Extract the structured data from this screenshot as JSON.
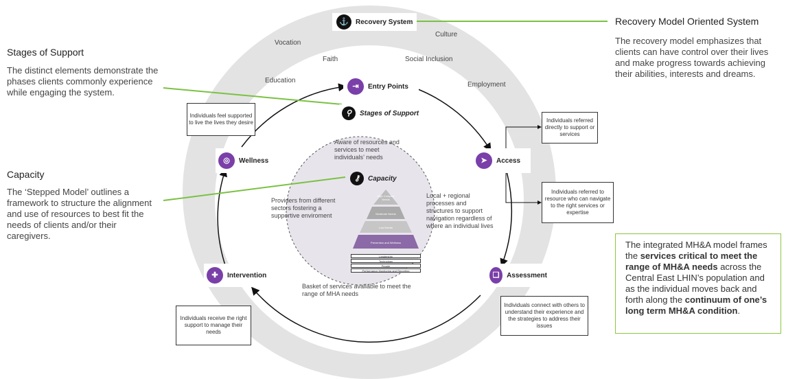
{
  "top_node": {
    "label": "Recovery System"
  },
  "recovery_model": {
    "title": "Recovery Model Oriented System",
    "text": "The recovery model emphasizes that clients can have control over their lives and make progress towards achieving their abilities, interests and dreams."
  },
  "stages_support": {
    "title": "Stages of Support",
    "text": "The distinct elements demonstrate the phases clients commonly experience while engaging the system."
  },
  "capacity_panel": {
    "title": "Capacity",
    "text": "The ‘Stepped Model’ outlines a framework to structure the alignment and use of resources to best fit the needs of clients and/or their caregivers."
  },
  "outer_words": {
    "vocation": "Vocation",
    "culture": "Culture",
    "faith": "Faith",
    "social_inclusion": "Social Inclusion",
    "education": "Education",
    "employment": "Employment"
  },
  "nodes": {
    "entry_points": "Entry Points",
    "stages": "Stages of Support",
    "access": "Access",
    "wellness": "Wellness",
    "assessment": "Assessment",
    "intervention": "Intervention",
    "capacity": "Capacity"
  },
  "boxes": {
    "wellness_note": "Individuals feel supported to live the lives they desire",
    "access_direct": "Individuals referred directly to support or services",
    "access_resource": "Individuals referred to resource who can navigate to the right services or expertise",
    "assessment_note": "Individuals connect with others to understand their experience and the strategies to address their issues",
    "intervention_note": "Individuals receive the right support to manage their needs"
  },
  "inner": {
    "aware": "Aware of resources and services to meet individuals’ needs",
    "providers": "Providers from different sectors fostering a supportive enviroment",
    "local": "Local + regional processes and structures to support navigation regardless of where an individual lives",
    "basket": "Basket of services available to meet the range of MHA needs"
  },
  "pyramid": {
    "tier1": "High Complex Needs",
    "tier2": "Moderate Needs",
    "tier3": "Low Needs",
    "tier4": "Prevention and Wellness",
    "base1": "Leadership",
    "base2": "Technology",
    "base3": "People",
    "base4": "Performance Monitoring and Reporting"
  },
  "integrated": {
    "p1": "The integrated MH&A model frames the ",
    "b1": "services critical to meet the range of MH&A needs",
    "p2": " across the Central East LHIN’s population and as the individual moves back and forth along the ",
    "b2": "continuum of one’s long term MH&A condition",
    "p3": "."
  },
  "colors": {
    "accent_purple": "#7a3fa8",
    "green": "#8dc63f",
    "ring_gray": "#e3e3e3"
  }
}
